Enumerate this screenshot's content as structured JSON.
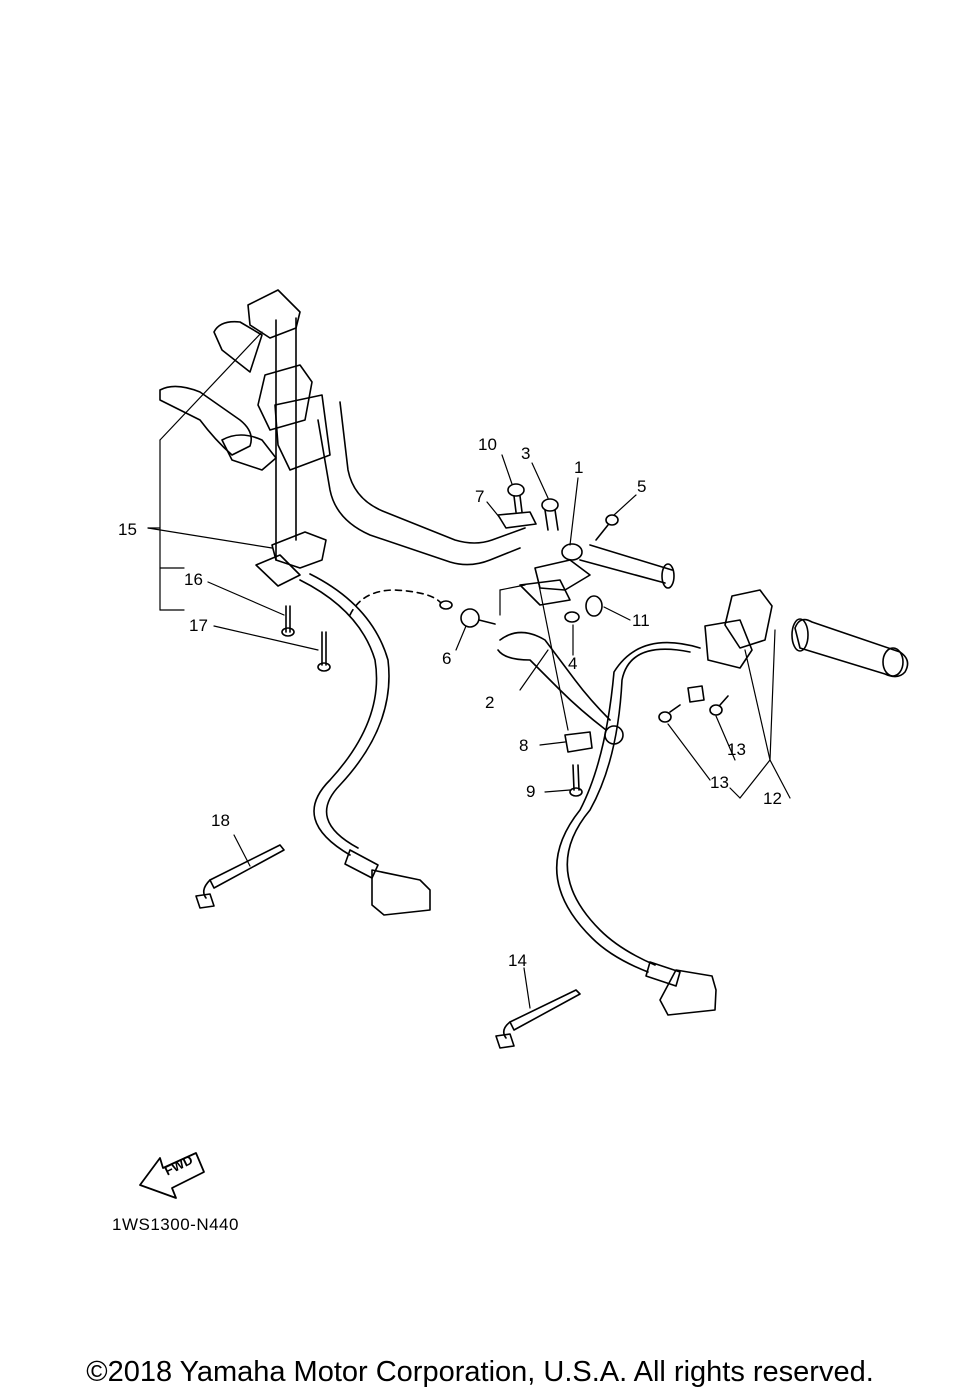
{
  "diagram": {
    "callouts": [
      {
        "id": "1",
        "text": "1"
      },
      {
        "id": "2",
        "text": "2"
      },
      {
        "id": "3",
        "text": "3"
      },
      {
        "id": "4",
        "text": "4"
      },
      {
        "id": "5",
        "text": "5"
      },
      {
        "id": "6",
        "text": "6"
      },
      {
        "id": "7",
        "text": "7"
      },
      {
        "id": "8",
        "text": "8"
      },
      {
        "id": "9",
        "text": "9"
      },
      {
        "id": "10",
        "text": "10"
      },
      {
        "id": "11",
        "text": "11"
      },
      {
        "id": "12",
        "text": "12"
      },
      {
        "id": "13a",
        "text": "13"
      },
      {
        "id": "13b",
        "text": "13"
      },
      {
        "id": "14",
        "text": "14"
      },
      {
        "id": "15",
        "text": "15"
      },
      {
        "id": "16",
        "text": "16"
      },
      {
        "id": "17",
        "text": "17"
      },
      {
        "id": "18",
        "text": "18"
      }
    ],
    "direction_label": "FWD",
    "drawing_code": "1WS1300-N440"
  },
  "footer": {
    "copyright": "©2018 Yamaha Motor Corporation, U.S.A. All rights reserved."
  }
}
